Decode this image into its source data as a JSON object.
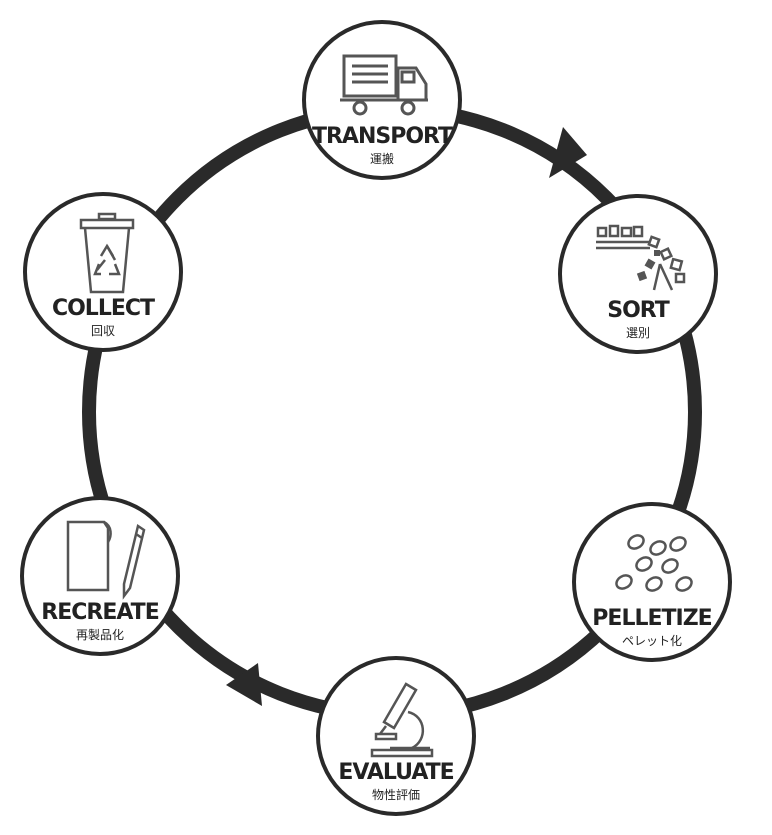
{
  "colors": {
    "ring": "#2a2a2a",
    "circle_border": "#2a2a2a",
    "icon": "#555555",
    "text": "#222222"
  },
  "steps": [
    {
      "id": "transport",
      "label_en": "TRANSPORT",
      "label_ja": "運搬",
      "icon": "truck-icon"
    },
    {
      "id": "sort",
      "label_en": "SORT",
      "label_ja": "選別",
      "icon": "sorting-conveyor-icon"
    },
    {
      "id": "pelletize",
      "label_en": "PELLETIZE",
      "label_ja": "ペレット化",
      "icon": "pellets-icon"
    },
    {
      "id": "evaluate",
      "label_en": "EVALUATE",
      "label_ja": "物性評価",
      "icon": "microscope-icon"
    },
    {
      "id": "recreate",
      "label_en": "RECREATE",
      "label_ja": "再製品化",
      "icon": "folder-pen-icon"
    },
    {
      "id": "collect",
      "label_en": "COLLECT",
      "label_ja": "回収",
      "icon": "recycle-bin-icon"
    }
  ]
}
